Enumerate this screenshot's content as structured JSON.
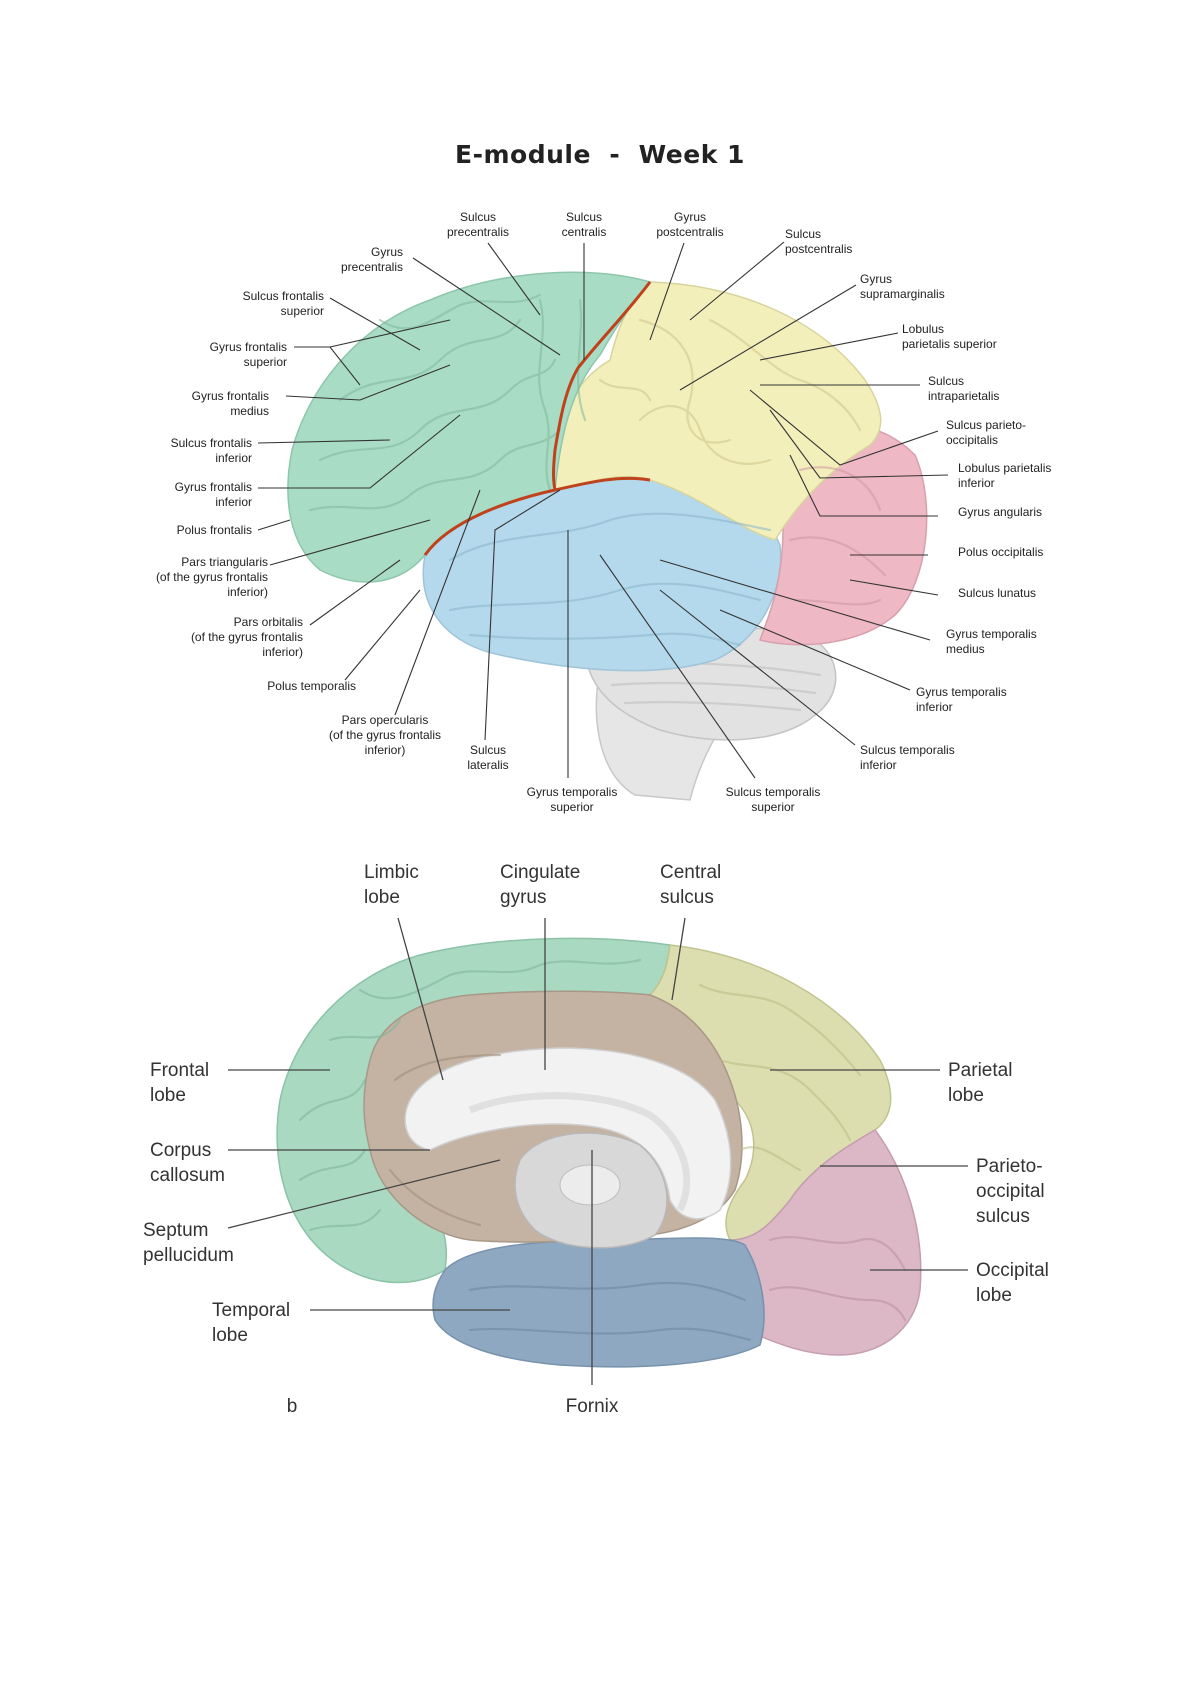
{
  "title": "E-module  -  Week 1",
  "colors": {
    "frontal": "#a9dcc4",
    "parietal": "#f3efbb",
    "temporal": "#b5d9ec",
    "occipital": "#eeb8c4",
    "cerebellum": "#e2e2e2",
    "central_sulcus_line": "#c0421c",
    "medial_frontal": "#a9d9c1",
    "medial_parietal": "#dcdeb0",
    "medial_occipital": "#dcb8c6",
    "medial_temporal": "#8ea8c2",
    "limbic": "#c4b3a3",
    "corpus_callosum": "#f2f2f2"
  },
  "figure_a": {
    "labels": {
      "sulcus_precentralis": [
        "Sulcus",
        "precentralis"
      ],
      "sulcus_centralis": [
        "Sulcus",
        "centralis"
      ],
      "gyrus_postcentralis": [
        "Gyrus",
        "postcentralis"
      ],
      "sulcus_postcentralis": [
        "Sulcus",
        "postcentralis"
      ],
      "gyrus_precentralis": [
        "Gyrus",
        "precentralis"
      ],
      "gyrus_supramarginalis": [
        "Gyrus",
        "supramarginalis"
      ],
      "sulcus_frontalis_superior": [
        "Sulcus frontalis",
        "superior"
      ],
      "lobulus_parietalis_superior": [
        "Lobulus",
        "parietalis superior"
      ],
      "gyrus_frontalis_superior": [
        "Gyrus frontalis",
        "superior"
      ],
      "sulcus_intraparietalis": [
        "Sulcus",
        "intraparietalis"
      ],
      "gyrus_frontalis_medius": [
        "Gyrus frontalis",
        "medius"
      ],
      "sulcus_parieto_occipitalis": [
        "Sulcus parieto-",
        "occipitalis"
      ],
      "sulcus_frontalis_inferior": [
        "Sulcus frontalis",
        "inferior"
      ],
      "lobulus_parietalis_inferior": [
        "Lobulus parietalis",
        "inferior"
      ],
      "gyrus_frontalis_inferior": [
        "Gyrus frontalis",
        "inferior"
      ],
      "gyrus_angularis": [
        "Gyrus angularis"
      ],
      "polus_frontalis": [
        "Polus frontalis"
      ],
      "polus_occipitalis": [
        "Polus occipitalis"
      ],
      "pars_triangularis": [
        "Pars triangularis",
        "(of the gyrus frontalis",
        "inferior)"
      ],
      "sulcus_lunatus": [
        "Sulcus lunatus"
      ],
      "pars_orbitalis": [
        "Pars orbitalis",
        "(of the gyrus frontalis",
        "inferior)"
      ],
      "gyrus_temporalis_medius": [
        "Gyrus temporalis",
        "medius"
      ],
      "polus_temporalis": [
        "Polus temporalis"
      ],
      "gyrus_temporalis_inferior": [
        "Gyrus temporalis",
        "inferior"
      ],
      "pars_opercularis": [
        "Pars opercularis",
        "(of the gyrus frontalis",
        "inferior)"
      ],
      "sulcus_lateralis": [
        "Sulcus",
        "lateralis"
      ],
      "sulcus_temporalis_inferior": [
        "Sulcus temporalis",
        "inferior"
      ],
      "gyrus_temporalis_superior": [
        "Gyrus temporalis",
        "superior"
      ],
      "sulcus_temporalis_superior": [
        "Sulcus temporalis",
        "superior"
      ]
    }
  },
  "figure_b": {
    "panel_letter": "b",
    "labels": {
      "limbic_lobe": [
        "Limbic",
        "lobe"
      ],
      "cingulate_gyrus": [
        "Cingulate",
        "gyrus"
      ],
      "central_sulcus": [
        "Central",
        "sulcus"
      ],
      "frontal_lobe": [
        "Frontal",
        "lobe"
      ],
      "parietal_lobe": [
        "Parietal",
        "lobe"
      ],
      "corpus_callosum": [
        "Corpus",
        "callosum"
      ],
      "parieto_occipital_sulcus": [
        "Parieto-",
        "occipital",
        "sulcus"
      ],
      "septum_pellucidum": [
        "Septum",
        "pellucidum"
      ],
      "occipital_lobe": [
        "Occipital",
        "lobe"
      ],
      "temporal_lobe": [
        "Temporal",
        "lobe"
      ],
      "fornix": [
        "Fornix"
      ]
    }
  }
}
